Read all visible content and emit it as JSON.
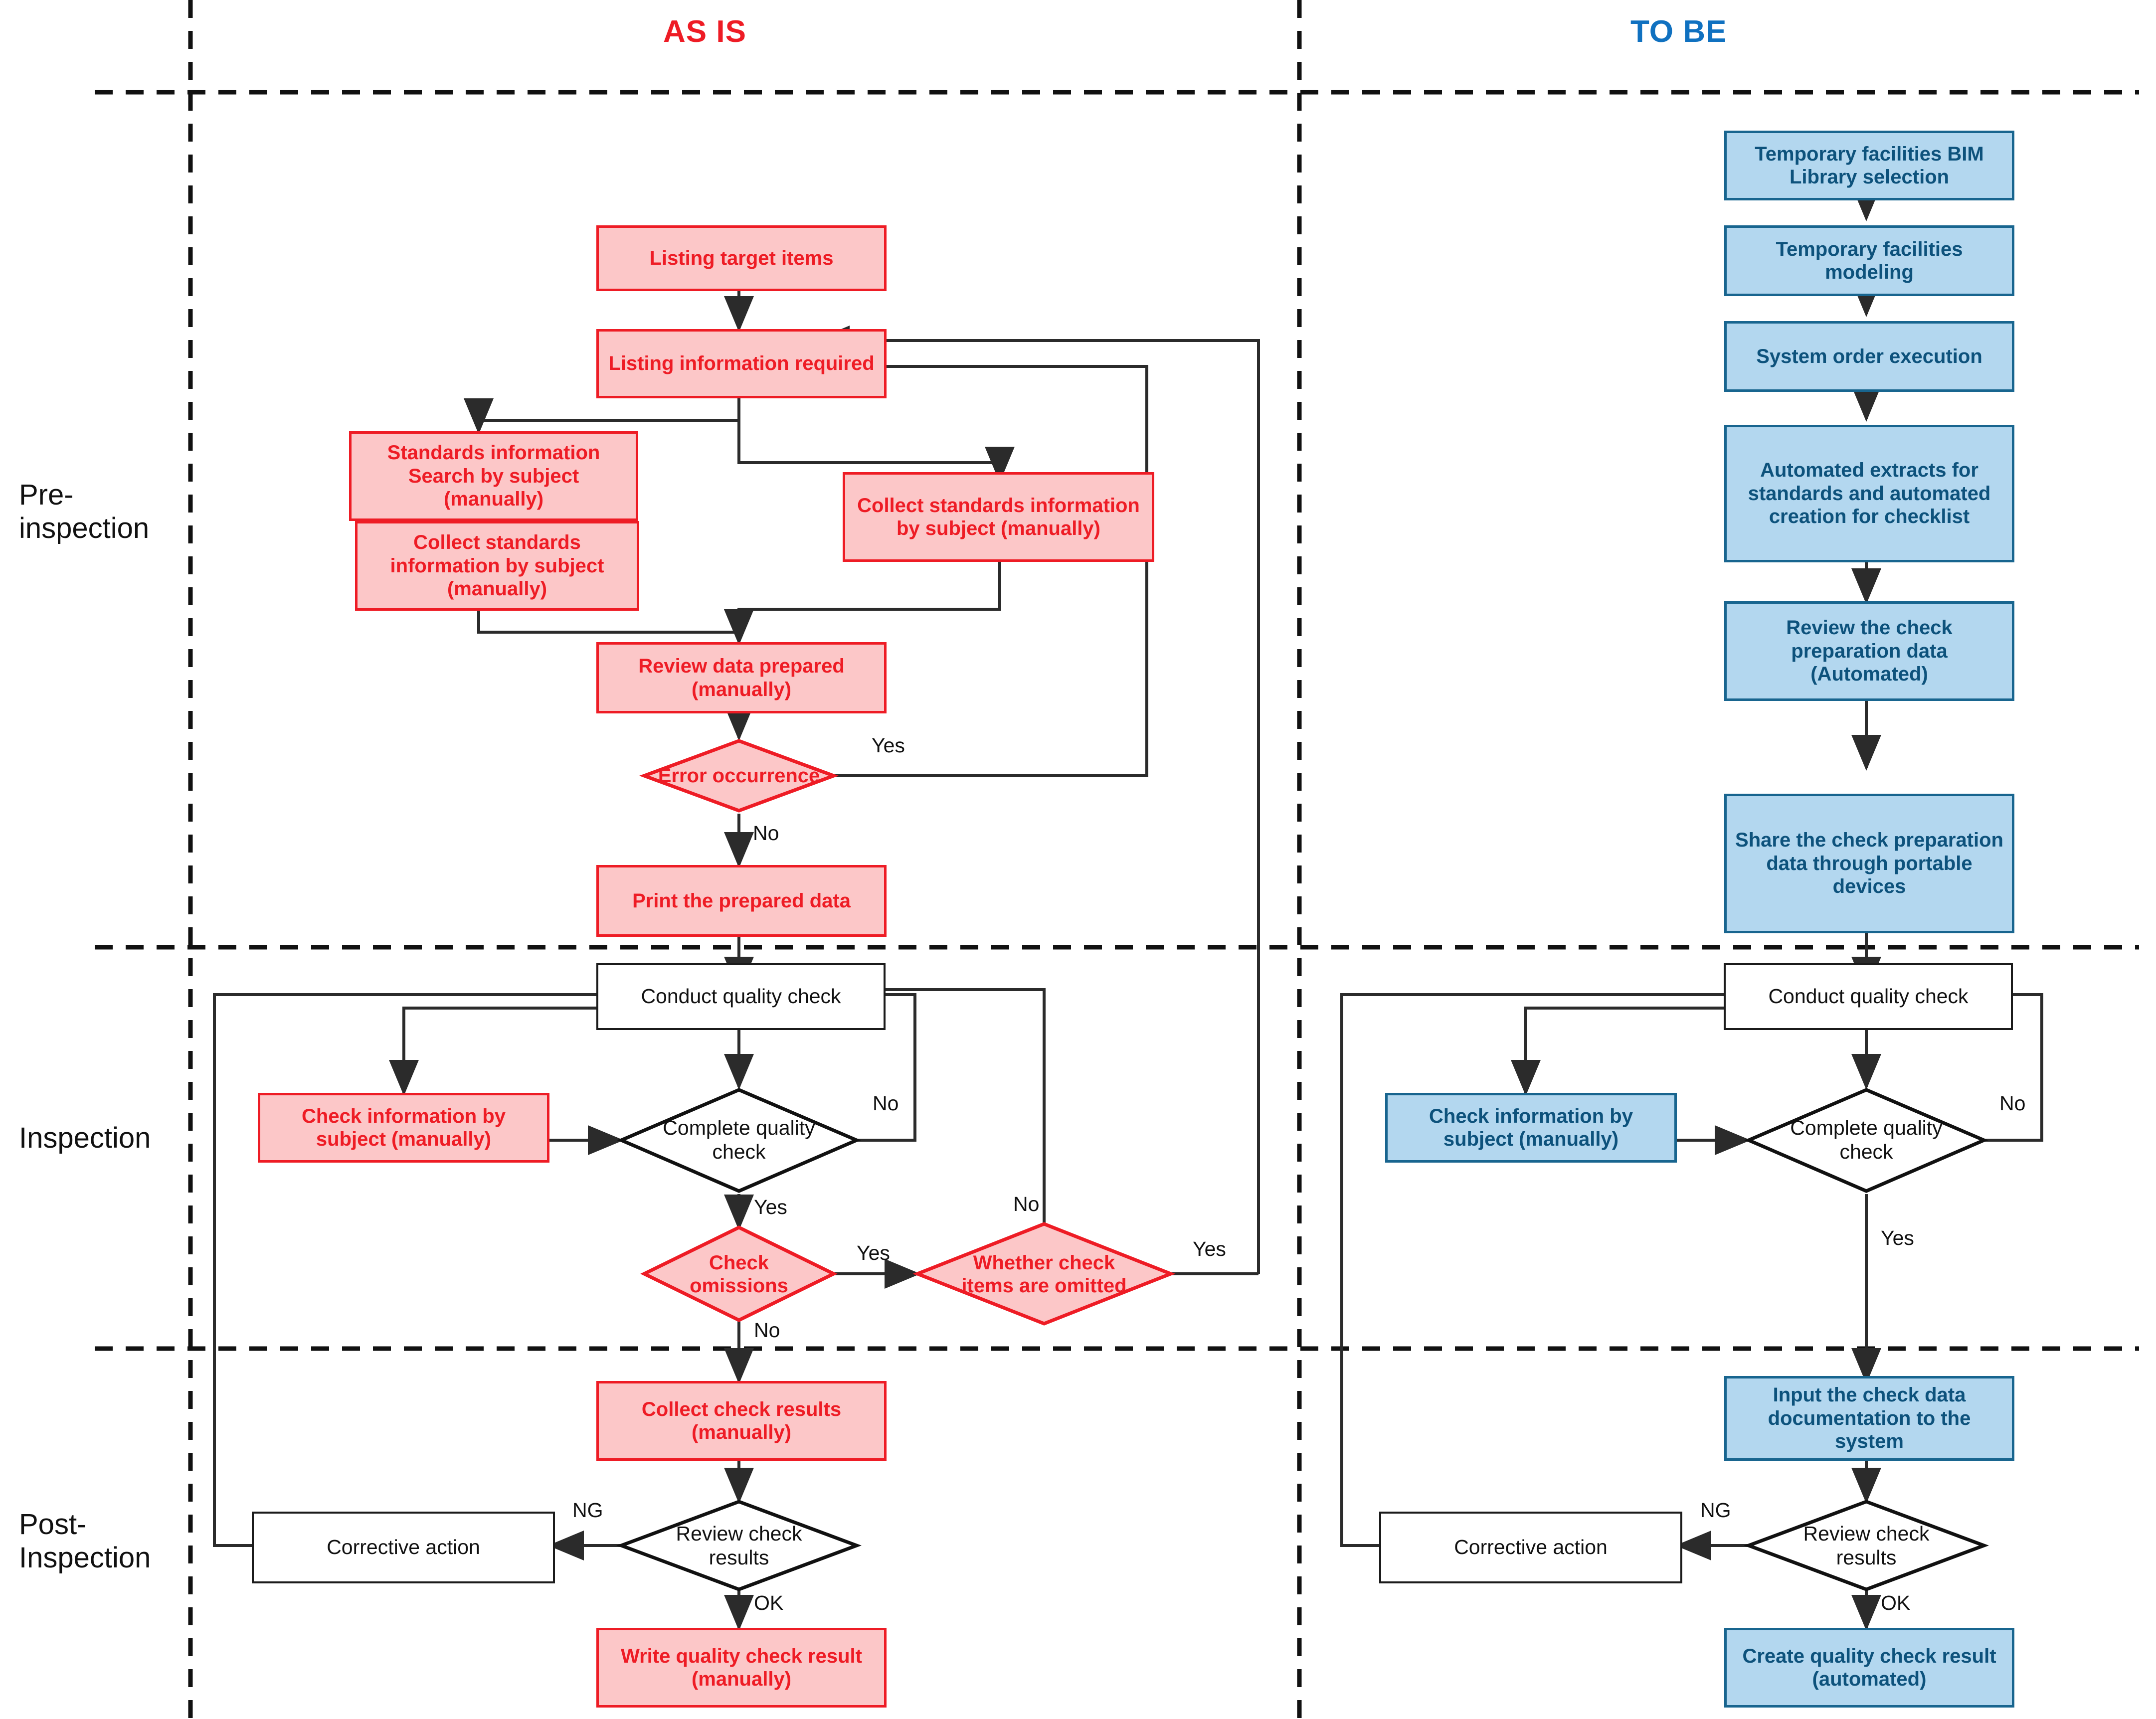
{
  "diagram": {
    "title_as_is": "AS IS",
    "title_to_be": "TO BE",
    "colors": {
      "as_is_accent": "#ee1c25",
      "as_is_fill": "#fcc7c8",
      "to_be_accent": "#18658f",
      "to_be_fill": "#b3d7ef",
      "neutral_stroke": "#1b1b1b",
      "background": "#ffffff"
    },
    "lanes": [
      {
        "label_line1": "Pre-",
        "label_line2": "inspection"
      },
      {
        "label_line1": "Inspection",
        "label_line2": ""
      },
      {
        "label_line1": "Post-",
        "label_line2": "Inspection"
      }
    ]
  },
  "as_is": {
    "pre_inspection": {
      "n1": "Listing target items",
      "n2": "Listing information required",
      "n3": "Standards information Search by subject (manually)",
      "n4": "Collect standards information by subject (manually)",
      "n5": "Collect standards information by subject (manually)",
      "n6": "Review data prepared (manually)",
      "d1": "Error occurrence",
      "n7": "Print the prepared data",
      "lbl_yes": "Yes",
      "lbl_no": "No"
    },
    "inspection": {
      "n8": "Conduct quality check",
      "n9": "Check information by subject (manually)",
      "d2": "Complete quality check",
      "d3": "Check omissions",
      "d4": "Whether check items are omitted",
      "lbl_no_complete": "No",
      "lbl_yes_complete": "Yes",
      "lbl_yes_omission": "Yes",
      "lbl_no_omission": "No",
      "lbl_no_whether": "No",
      "lbl_yes_whether": "Yes"
    },
    "post_inspection": {
      "n10": "Collect check results (manually)",
      "d5": "Review check results",
      "n11": "Corrective action",
      "n12": "Write quality check result (manually)",
      "lbl_ng": "NG",
      "lbl_ok": "OK"
    }
  },
  "to_be": {
    "pre_inspection": {
      "n1": "Temporary facilities BIM Library selection",
      "n2": "Temporary facilities modeling",
      "n3": "System order execution",
      "n4": "Automated extracts for standards and automated creation for checklist",
      "n5": "Review the check preparation data (Automated)",
      "n6": "Share the check preparation data through portable devices"
    },
    "inspection": {
      "n7": "Conduct quality check",
      "n8": "Check information by subject (manually)",
      "d1": "Complete quality check",
      "lbl_no": "No",
      "lbl_yes": "Yes"
    },
    "post_inspection": {
      "n9": "Input the check data documentation to the system",
      "d2": "Review check results",
      "n10": "Corrective action",
      "n11": "Create quality check result (automated)",
      "lbl_ng": "NG",
      "lbl_ok": "OK"
    }
  }
}
